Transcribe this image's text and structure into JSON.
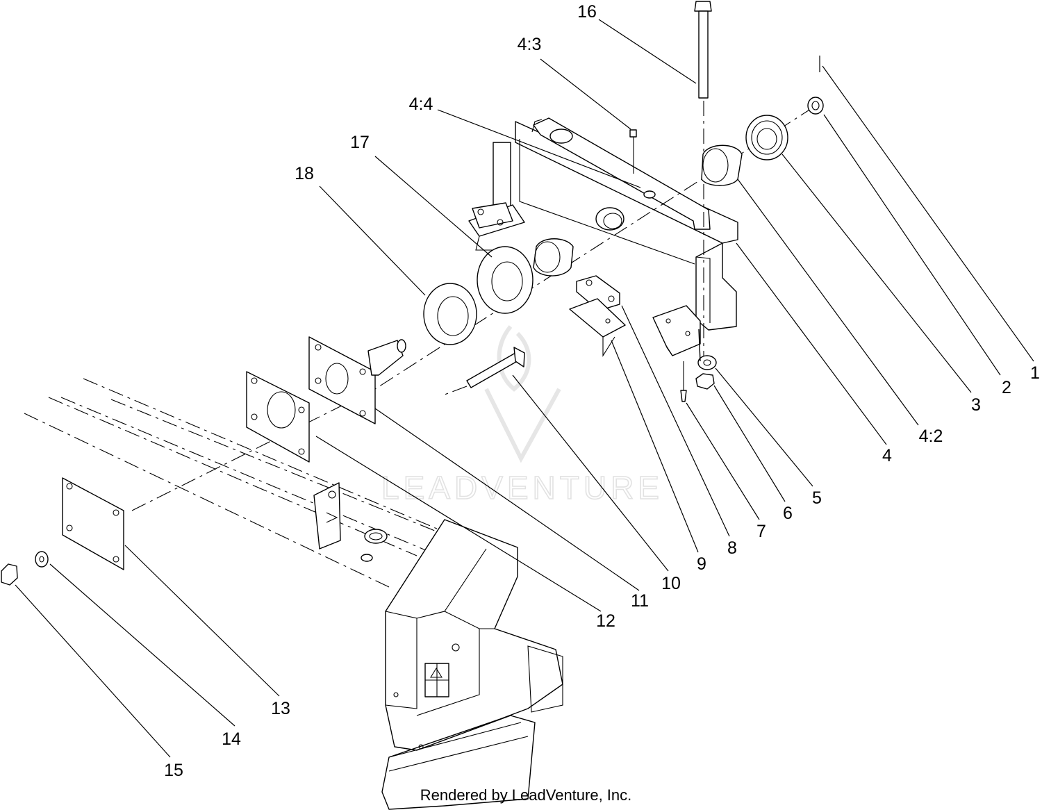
{
  "callouts": [
    {
      "label": "16"
    },
    {
      "label": "4:3"
    },
    {
      "label": "4:4"
    },
    {
      "label": "17"
    },
    {
      "label": "18"
    },
    {
      "label": "1"
    },
    {
      "label": "2"
    },
    {
      "label": "3"
    },
    {
      "label": "4:2"
    },
    {
      "label": "4"
    },
    {
      "label": "5"
    },
    {
      "label": "6"
    },
    {
      "label": "7"
    },
    {
      "label": "8"
    },
    {
      "label": "9"
    },
    {
      "label": "10"
    },
    {
      "label": "11"
    },
    {
      "label": "12"
    },
    {
      "label": "13"
    },
    {
      "label": "14"
    },
    {
      "label": "15"
    }
  ],
  "watermark": {
    "text": "LEADVENTURE"
  },
  "footer": {
    "text": "Rendered by LeadVenture, Inc."
  },
  "colors": {
    "line": "#000000",
    "background": "#ffffff",
    "watermark": "#e2e2e2"
  }
}
